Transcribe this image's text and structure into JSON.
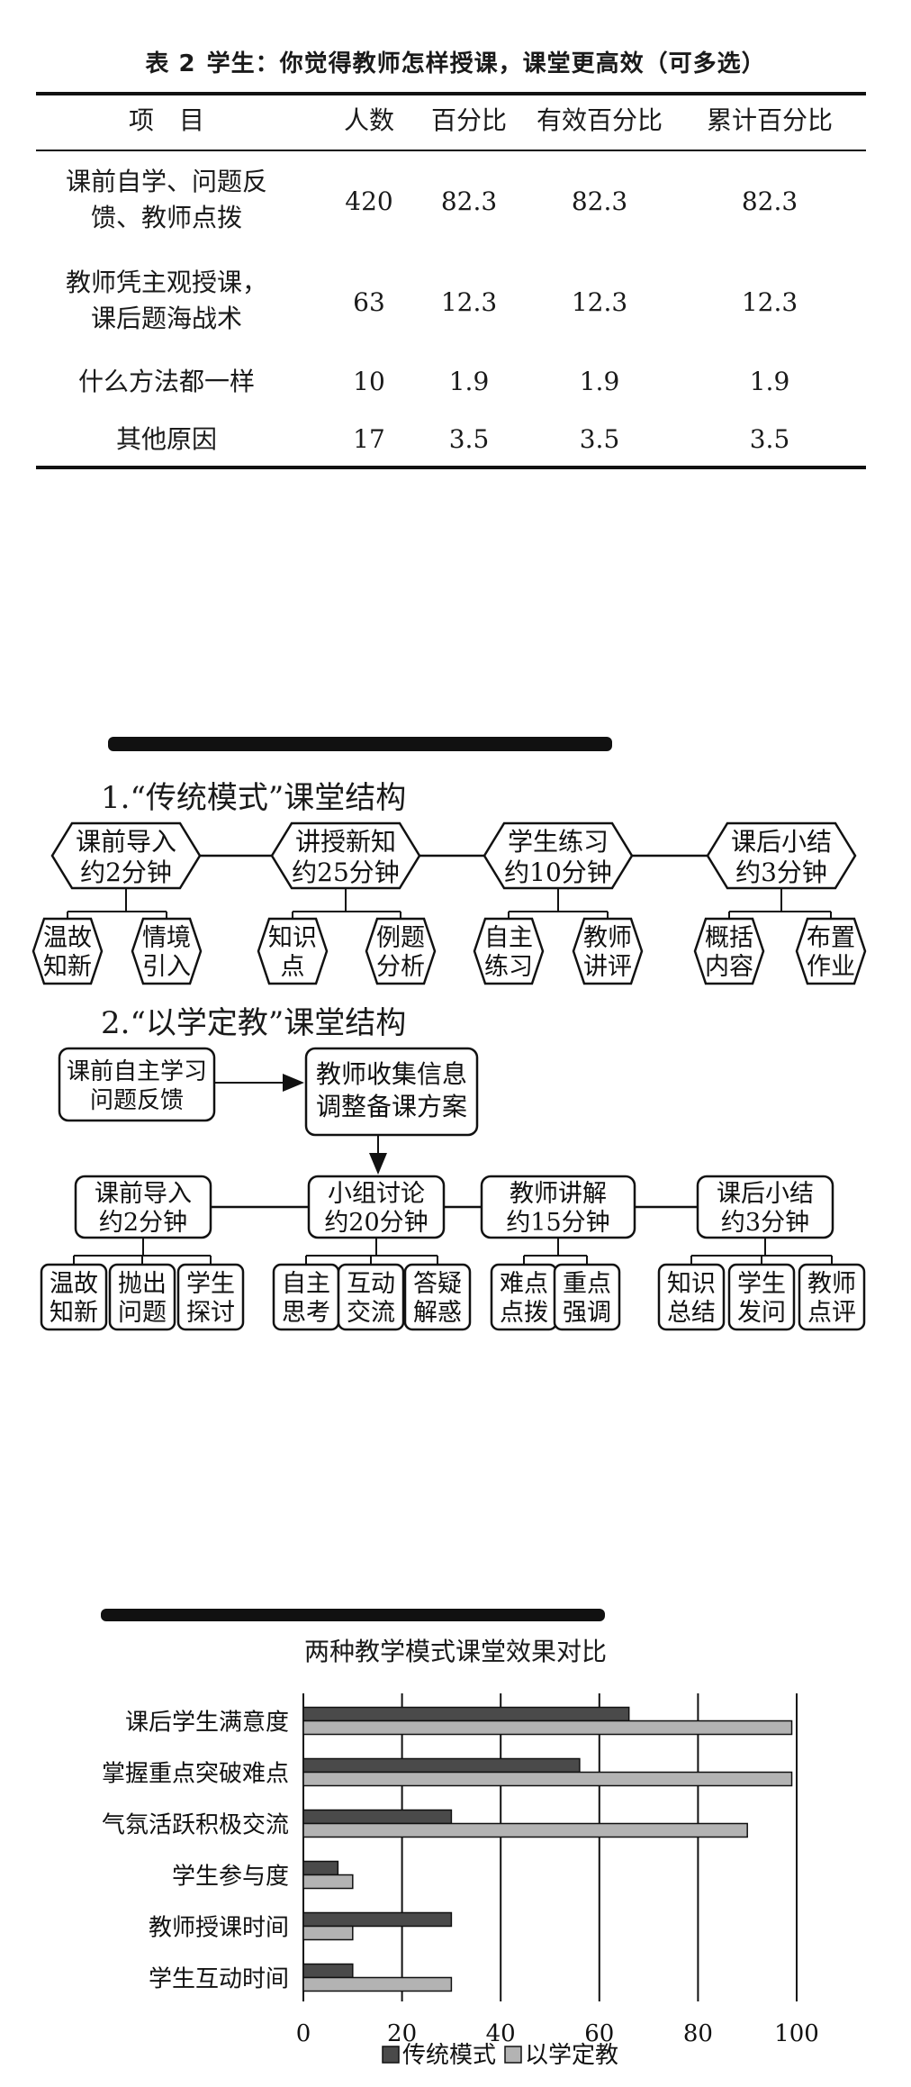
{
  "table": {
    "caption_label": "表 2",
    "caption_text": "学生：你觉得教师怎样授课，课堂更高效（可多选）",
    "headers": [
      "项　目",
      "人数",
      "百分比",
      "有效百分比",
      "累计百分比"
    ],
    "rows": [
      {
        "item": [
          "课前自学、问题反",
          "馈、教师点拨"
        ],
        "count": "420",
        "percent": "82.3",
        "valid_percent": "82.3",
        "cumulative_percent": "82.3"
      },
      {
        "item": [
          "教师凭主观授课，",
          "课后题海战术"
        ],
        "count": "63",
        "percent": "12.3",
        "valid_percent": "12.3",
        "cumulative_percent": "12.3"
      },
      {
        "item": [
          "什么方法都一样"
        ],
        "count": "10",
        "percent": "1.9",
        "valid_percent": "1.9",
        "cumulative_percent": "1.9"
      },
      {
        "item": [
          "其他原因"
        ],
        "count": "17",
        "percent": "3.5",
        "valid_percent": "3.5",
        "cumulative_percent": "3.5"
      }
    ]
  },
  "diagram1": {
    "title": "1.“传统模式”课堂结构",
    "stages": [
      {
        "name": [
          "课前导入",
          "约2分钟"
        ],
        "subs": [
          [
            "温故",
            "知新"
          ],
          [
            "情境",
            "引入"
          ]
        ]
      },
      {
        "name": [
          "讲授新知",
          "约25分钟"
        ],
        "subs": [
          [
            "知识",
            "点"
          ],
          [
            "例题",
            "分析"
          ]
        ]
      },
      {
        "name": [
          "学生练习",
          "约10分钟"
        ],
        "subs": [
          [
            "自主",
            "练习"
          ],
          [
            "教师",
            "讲评"
          ]
        ]
      },
      {
        "name": [
          "课后小结",
          "约3分钟"
        ],
        "subs": [
          [
            "概括",
            "内容"
          ],
          [
            "布置",
            "作业"
          ]
        ]
      }
    ]
  },
  "diagram2": {
    "title": "2.“以学定教”课堂结构",
    "pre": [
      [
        "课前自主学习",
        "问题反馈"
      ],
      [
        "教师收集信息",
        "调整备课方案"
      ]
    ],
    "stages": [
      {
        "name": [
          "课前导入",
          "约2分钟"
        ],
        "subs": [
          [
            "温故",
            "知新"
          ],
          [
            "抛出",
            "问题"
          ],
          [
            "学生",
            "探讨"
          ]
        ]
      },
      {
        "name": [
          "小组讨论",
          "约20分钟"
        ],
        "subs": [
          [
            "自主",
            "思考"
          ],
          [
            "互动",
            "交流"
          ],
          [
            "答疑",
            "解惑"
          ]
        ]
      },
      {
        "name": [
          "教师讲解",
          "约15分钟"
        ],
        "subs": [
          [
            "难点",
            "点拨"
          ],
          [
            "重点",
            "强调"
          ]
        ]
      },
      {
        "name": [
          "课后小结",
          "约3分钟"
        ],
        "subs": [
          [
            "知识",
            "总结"
          ],
          [
            "学生",
            "发问"
          ],
          [
            "教师",
            "点评"
          ]
        ]
      }
    ]
  },
  "chart_data": {
    "type": "bar",
    "orientation": "horizontal",
    "title": "两种教学模式课堂效果对比",
    "categories": [
      "课后学生满意度",
      "掌握重点突破难点",
      "气氛活跃积极交流",
      "学生参与度",
      "教师授课时间",
      "学生互动时间"
    ],
    "series": [
      {
        "name": "传统模式",
        "values": [
          66,
          56,
          30,
          7,
          30,
          10
        ],
        "color": "#4a4a4a"
      },
      {
        "name": "以学定教",
        "values": [
          99,
          99,
          90,
          10,
          10,
          30
        ],
        "color": "#b3b3b3"
      }
    ],
    "xlim": [
      0,
      100
    ],
    "xticks": [
      "0",
      "20",
      "40",
      "60",
      "80",
      "100"
    ],
    "grid": true,
    "legend": "bottom"
  }
}
